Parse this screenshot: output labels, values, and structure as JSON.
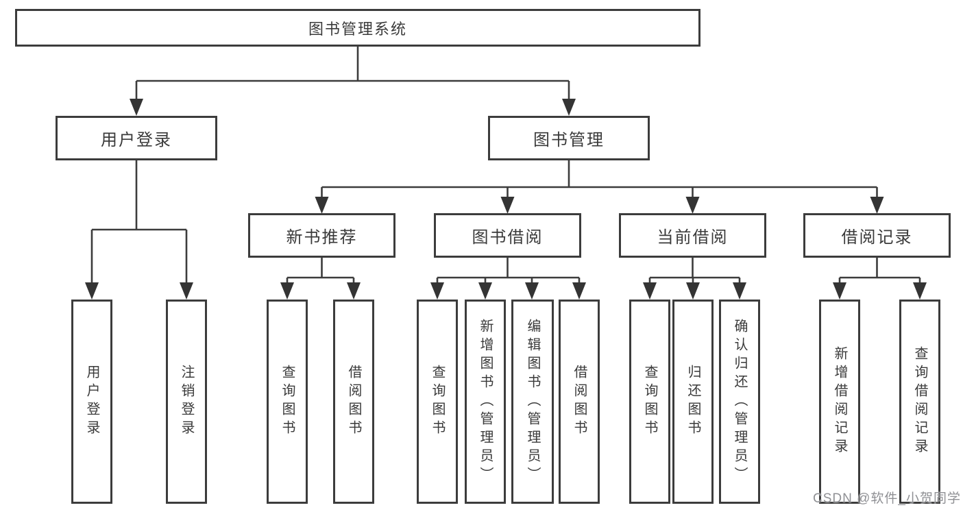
{
  "diagram": {
    "root": "图书管理系统",
    "level2": [
      {
        "label": "用户登录",
        "children": [
          "用户登录",
          "注销登录"
        ]
      },
      {
        "label": "图书管理"
      }
    ],
    "level3": [
      {
        "label": "新书推荐",
        "children": [
          "查询图书",
          "借阅图书"
        ]
      },
      {
        "label": "图书借阅",
        "children": [
          "查询图书",
          "新增图书（管理员）",
          "编辑图书（管理员）",
          "借阅图书"
        ]
      },
      {
        "label": "当前借阅",
        "children": [
          "查询图书",
          "归还图书",
          "确认归还（管理员）"
        ]
      },
      {
        "label": "借阅记录",
        "children": [
          "新增借阅记录",
          "查询借阅记录"
        ]
      }
    ]
  },
  "watermark": "CSDN @软件_小贺同学",
  "colors": {
    "line": "#3c3c3c",
    "text": "#3a3a3a",
    "watermark": "#8f9094",
    "background": "#ffffff"
  }
}
